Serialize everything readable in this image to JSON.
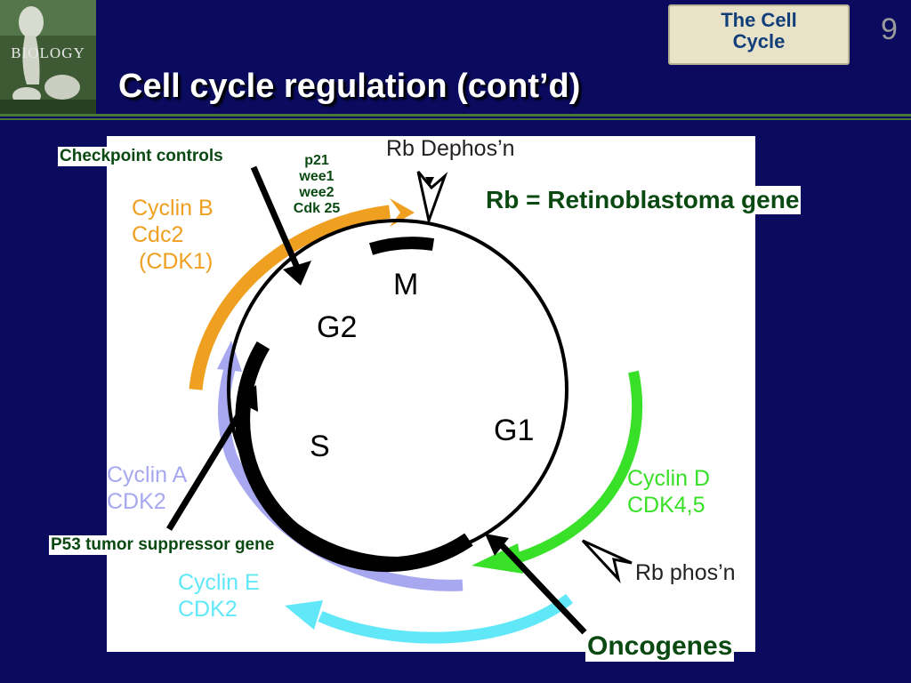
{
  "book": {
    "title": "BIOLOGY"
  },
  "slide": {
    "title": "Cell cycle regulation (cont’d)",
    "section_label": [
      "The Cell",
      "Cycle"
    ],
    "page_number": "9"
  },
  "diagram": {
    "phases": [
      "M",
      "G2",
      "S",
      "G1"
    ],
    "cyclin_labels": {
      "cyclin_b": [
        "Cyclin B",
        "Cdc2",
        "(CDK1)"
      ],
      "cyclin_a": [
        "Cyclin A",
        "CDK2"
      ],
      "cyclin_e": [
        "Cyclin E",
        "CDK2"
      ],
      "cyclin_d": [
        "Cyclin D",
        "CDK4,5"
      ]
    },
    "rb_dephos": "Rb Dephos’n",
    "rb_phos": "Rb phos’n"
  },
  "annotations": {
    "checkpoint_controls": "Checkpoint controls",
    "regulators": [
      "p21",
      "wee1",
      "wee2",
      "Cdk 25"
    ],
    "rb_definition": "Rb = Retinoblastoma gene",
    "p53": "P53 tumor suppressor gene",
    "oncogenes": "Oncogenes"
  },
  "colors": {
    "background": "#0a0a5e",
    "cyclin_b": "#f0a020",
    "cyclin_a": "#a8a8f0",
    "cyclin_e": "#60e8f8",
    "cyclin_d": "#38e028",
    "label_text": "#0a4a12"
  }
}
